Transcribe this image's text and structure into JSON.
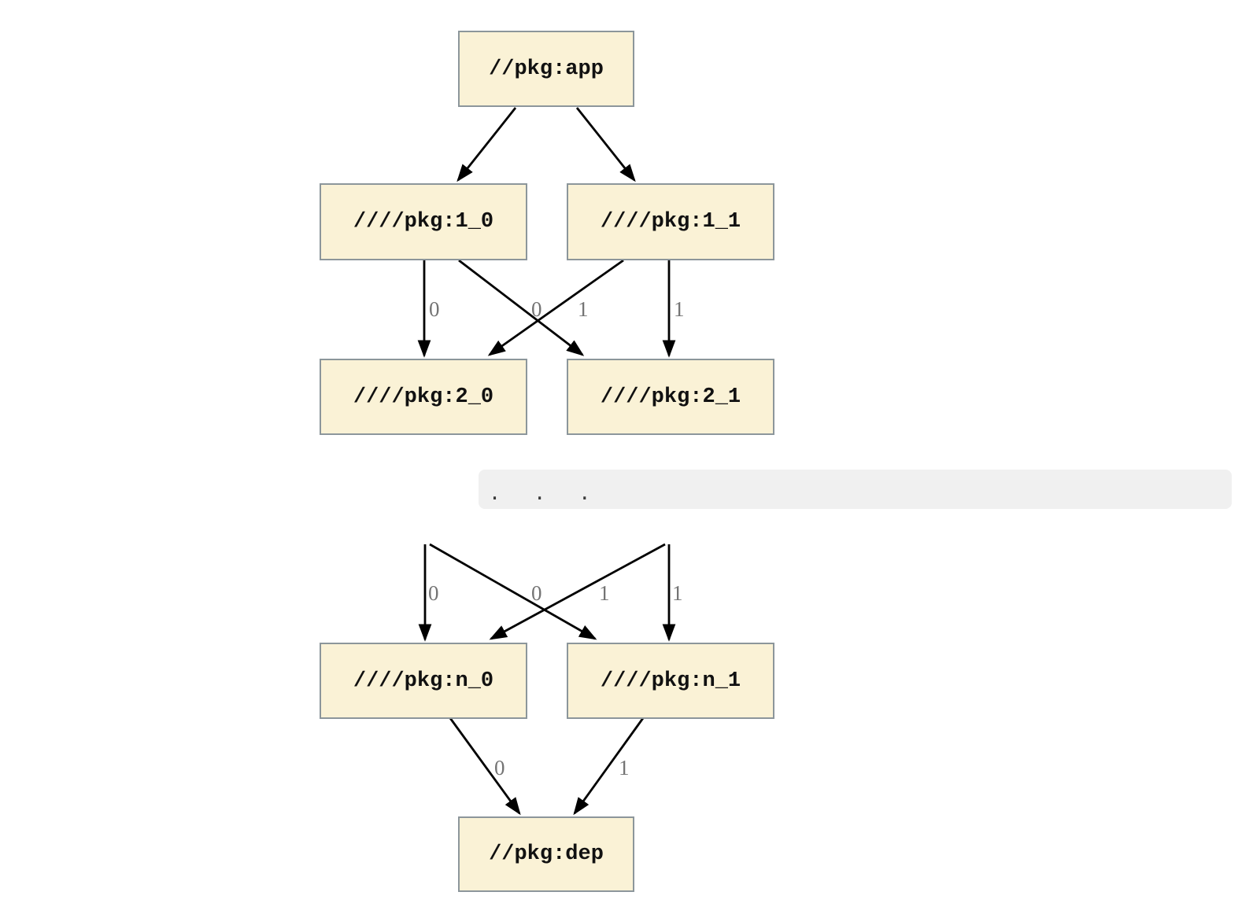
{
  "diagram": {
    "type": "dependency-graph",
    "nodes": [
      {
        "id": "app",
        "label": "//pkg:app"
      },
      {
        "id": "1_0",
        "label": "////pkg:1_0"
      },
      {
        "id": "1_1",
        "label": "////pkg:1_1"
      },
      {
        "id": "2_0",
        "label": "////pkg:2_0"
      },
      {
        "id": "2_1",
        "label": "////pkg:2_1"
      },
      {
        "id": "n_0",
        "label": "////pkg:n_0"
      },
      {
        "id": "n_1",
        "label": "////pkg:n_1"
      },
      {
        "id": "dep",
        "label": "//pkg:dep"
      }
    ],
    "edges": [
      {
        "from": "app",
        "to": "1_0",
        "label": ""
      },
      {
        "from": "app",
        "to": "1_1",
        "label": ""
      },
      {
        "from": "1_0",
        "to": "2_0",
        "label": "0"
      },
      {
        "from": "1_0",
        "to": "2_1",
        "label": "1"
      },
      {
        "from": "1_1",
        "to": "2_0",
        "label": "0"
      },
      {
        "from": "1_1",
        "to": "2_1",
        "label": "1"
      },
      {
        "from": "...",
        "to": "n_0",
        "label": "0"
      },
      {
        "from": "...",
        "to": "n_1",
        "label": "1"
      },
      {
        "from": "...",
        "to": "n_0",
        "label": "0"
      },
      {
        "from": "...",
        "to": "n_1",
        "label": "1"
      },
      {
        "from": "n_0",
        "to": "dep",
        "label": "0"
      },
      {
        "from": "n_1",
        "to": "dep",
        "label": "1"
      }
    ],
    "ellipsis_text": ".  .  .",
    "colors": {
      "node_fill": "#FAF2D6",
      "node_border": "#8C969B",
      "edge": "#000000",
      "edge_label": "#747474",
      "ellipsis_bg": "#F0F0F0",
      "ellipsis_dots": "#3A3A3A",
      "background": "#FFFFFF"
    }
  }
}
